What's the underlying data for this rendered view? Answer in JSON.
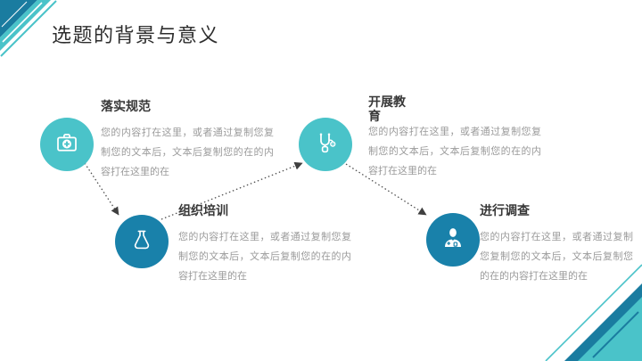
{
  "slide": {
    "title": "选题的背景与意义"
  },
  "items": [
    {
      "title": "落实规范",
      "body": "您的内容打在这里，或者通过复制您复制您的文本后，文本后复制您的在的内容打在这里的在",
      "icon": "first-aid-kit-icon",
      "circle_color": "#4ac3c9"
    },
    {
      "title": "组织培训",
      "body": "您的内容打在这里，或者通过复制您复制您的文本后，文本后复制您的在的内容打在这里的在",
      "icon": "flask-icon",
      "circle_color": "#1981aa"
    },
    {
      "title": "开展教育",
      "body": "您的内容打在这里，或者通过复制您复制您的文本后，文本后复制您的在的内容打在这里的在",
      "icon": "stethoscope-icon",
      "circle_color": "#4ac3c9"
    },
    {
      "title": "进行调查",
      "body": "您的内容打在这里，或者通过复制您复制您的文本后，文本后复制您的在的内容打在这里的在",
      "icon": "doctor-icon",
      "circle_color": "#1981aa"
    }
  ],
  "colors": {
    "accent_teal": "#4ac3c9",
    "accent_blue": "#1981aa",
    "slide_title_text": "#2d2d2d",
    "item_title_text": "#383838",
    "body_text": "#9b9b9b",
    "connector": "#4f4f4f",
    "background": "#ffffff"
  }
}
